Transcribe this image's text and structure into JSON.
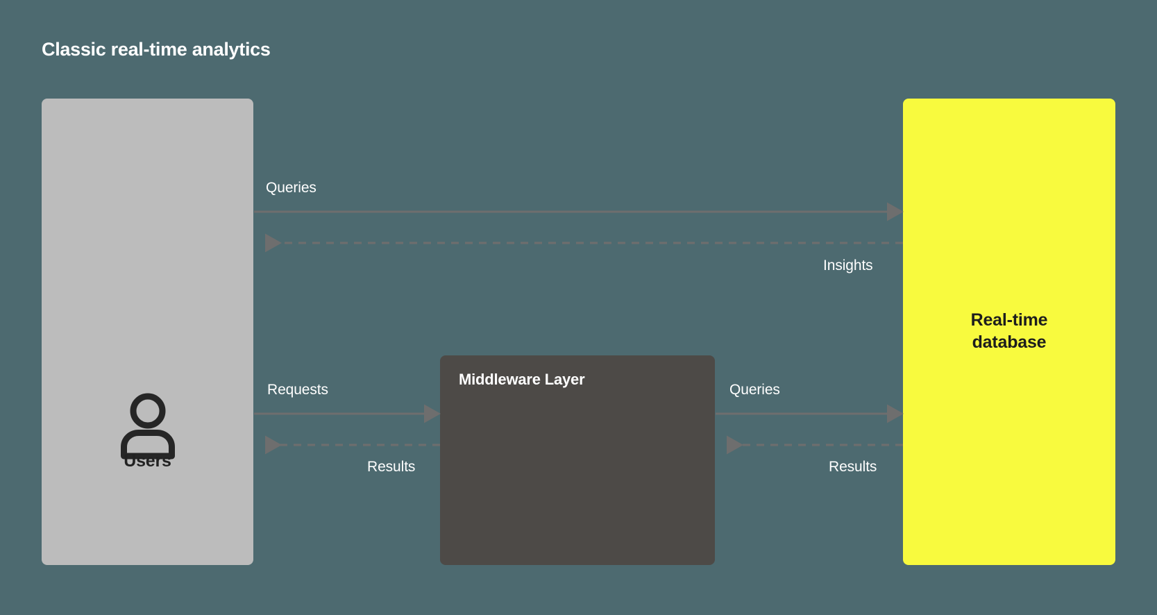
{
  "diagram": {
    "title": "Classic real-time analytics",
    "type": "flow-diagram",
    "background_color": "#4d6a70",
    "nodes": [
      {
        "id": "users",
        "label": "Users",
        "icon": "person-icon",
        "fill": "#bcbcbc",
        "text_color": "#222222"
      },
      {
        "id": "middleware",
        "label": "Middleware Layer",
        "fill": "#4d4a47",
        "text_color": "#ffffff"
      },
      {
        "id": "database",
        "label": "Real-time\ndatabase",
        "label_line1": "Real-time",
        "label_line2": "database",
        "fill": "#f8fa3e",
        "text_color": "#1d1d1d"
      }
    ],
    "edges": [
      {
        "id": "users-to-db-queries",
        "label": "Queries",
        "from": "users",
        "to": "database",
        "style": "solid",
        "direction": "right",
        "color": "#6e6e6e"
      },
      {
        "id": "db-to-users-insights",
        "label": "Insights",
        "from": "database",
        "to": "users",
        "style": "dashed",
        "direction": "left",
        "color": "#6e6e6e"
      },
      {
        "id": "users-to-middleware-requests",
        "label": "Requests",
        "from": "users",
        "to": "middleware",
        "style": "solid",
        "direction": "right",
        "color": "#6e6e6e"
      },
      {
        "id": "middleware-to-users-results",
        "label": "Results",
        "from": "middleware",
        "to": "users",
        "style": "dashed",
        "direction": "left",
        "color": "#6e6e6e"
      },
      {
        "id": "middleware-to-db-queries",
        "label": "Queries",
        "from": "middleware",
        "to": "database",
        "style": "solid",
        "direction": "right",
        "color": "#6e6e6e"
      },
      {
        "id": "db-to-middleware-results",
        "label": "Results",
        "from": "database",
        "to": "middleware",
        "style": "dashed",
        "direction": "left",
        "color": "#6e6e6e"
      }
    ]
  }
}
